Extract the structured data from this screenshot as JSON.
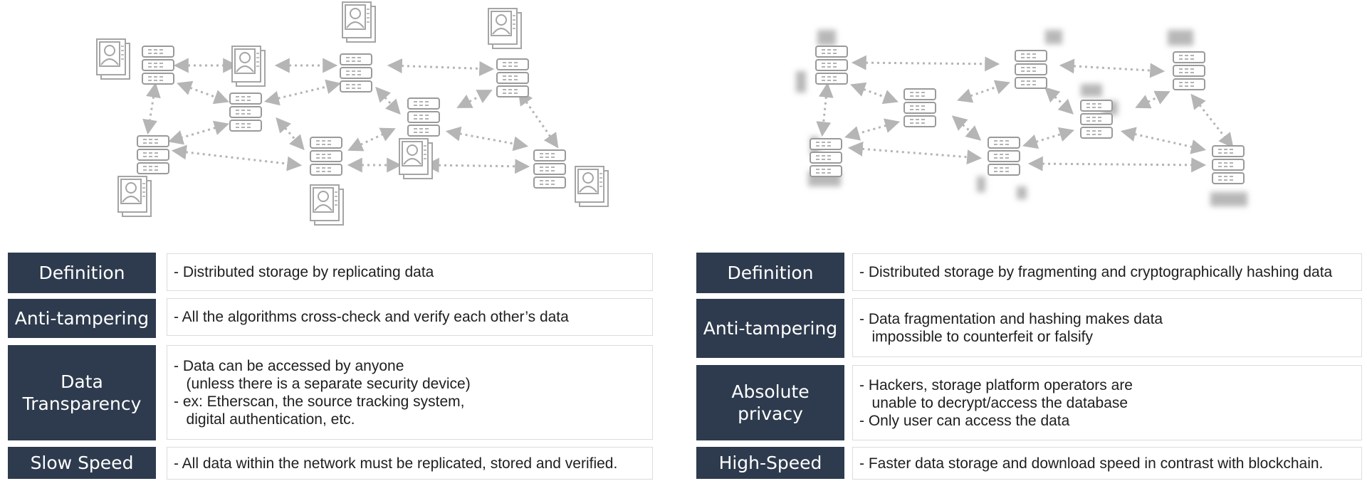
{
  "colors": {
    "label_bg": "#2e3b4e",
    "label_text": "#ffffff",
    "line": "#b5b5b5"
  },
  "left_network": {
    "node_icon": "server-icon",
    "user_icon": "user-document-icon"
  },
  "right_network": {
    "node_icon": "server-icon",
    "fragment_icon": "blurred-fragment-icon"
  },
  "left_table": {
    "rows": [
      {
        "label": "Definition",
        "text": "- Distributed storage by replicating data"
      },
      {
        "label": "Anti-tampering",
        "text": "- All the algorithms cross-check and verify each other’s data"
      },
      {
        "label": "Data\nTransparency",
        "text": "- Data can be accessed by anyone\n   (unless there is a separate security device)\n- ex: Etherscan, the source tracking system,\n   digital authentication, etc."
      },
      {
        "label": "Slow Speed",
        "text": "- All data within the network must be replicated, stored and verified."
      }
    ]
  },
  "right_table": {
    "rows": [
      {
        "label": "Definition",
        "text": "- Distributed storage by fragmenting and cryptographically hashing data"
      },
      {
        "label": "Anti-tampering",
        "text": "- Data fragmentation and hashing makes data\n   impossible to counterfeit or falsify"
      },
      {
        "label": "Absolute\nprivacy",
        "text": "- Hackers, storage platform operators are\n   unable to decrypt/access the database\n- Only user can access the data"
      },
      {
        "label": "High-Speed",
        "text": "- Faster data storage and download speed in contrast with blockchain."
      }
    ]
  }
}
